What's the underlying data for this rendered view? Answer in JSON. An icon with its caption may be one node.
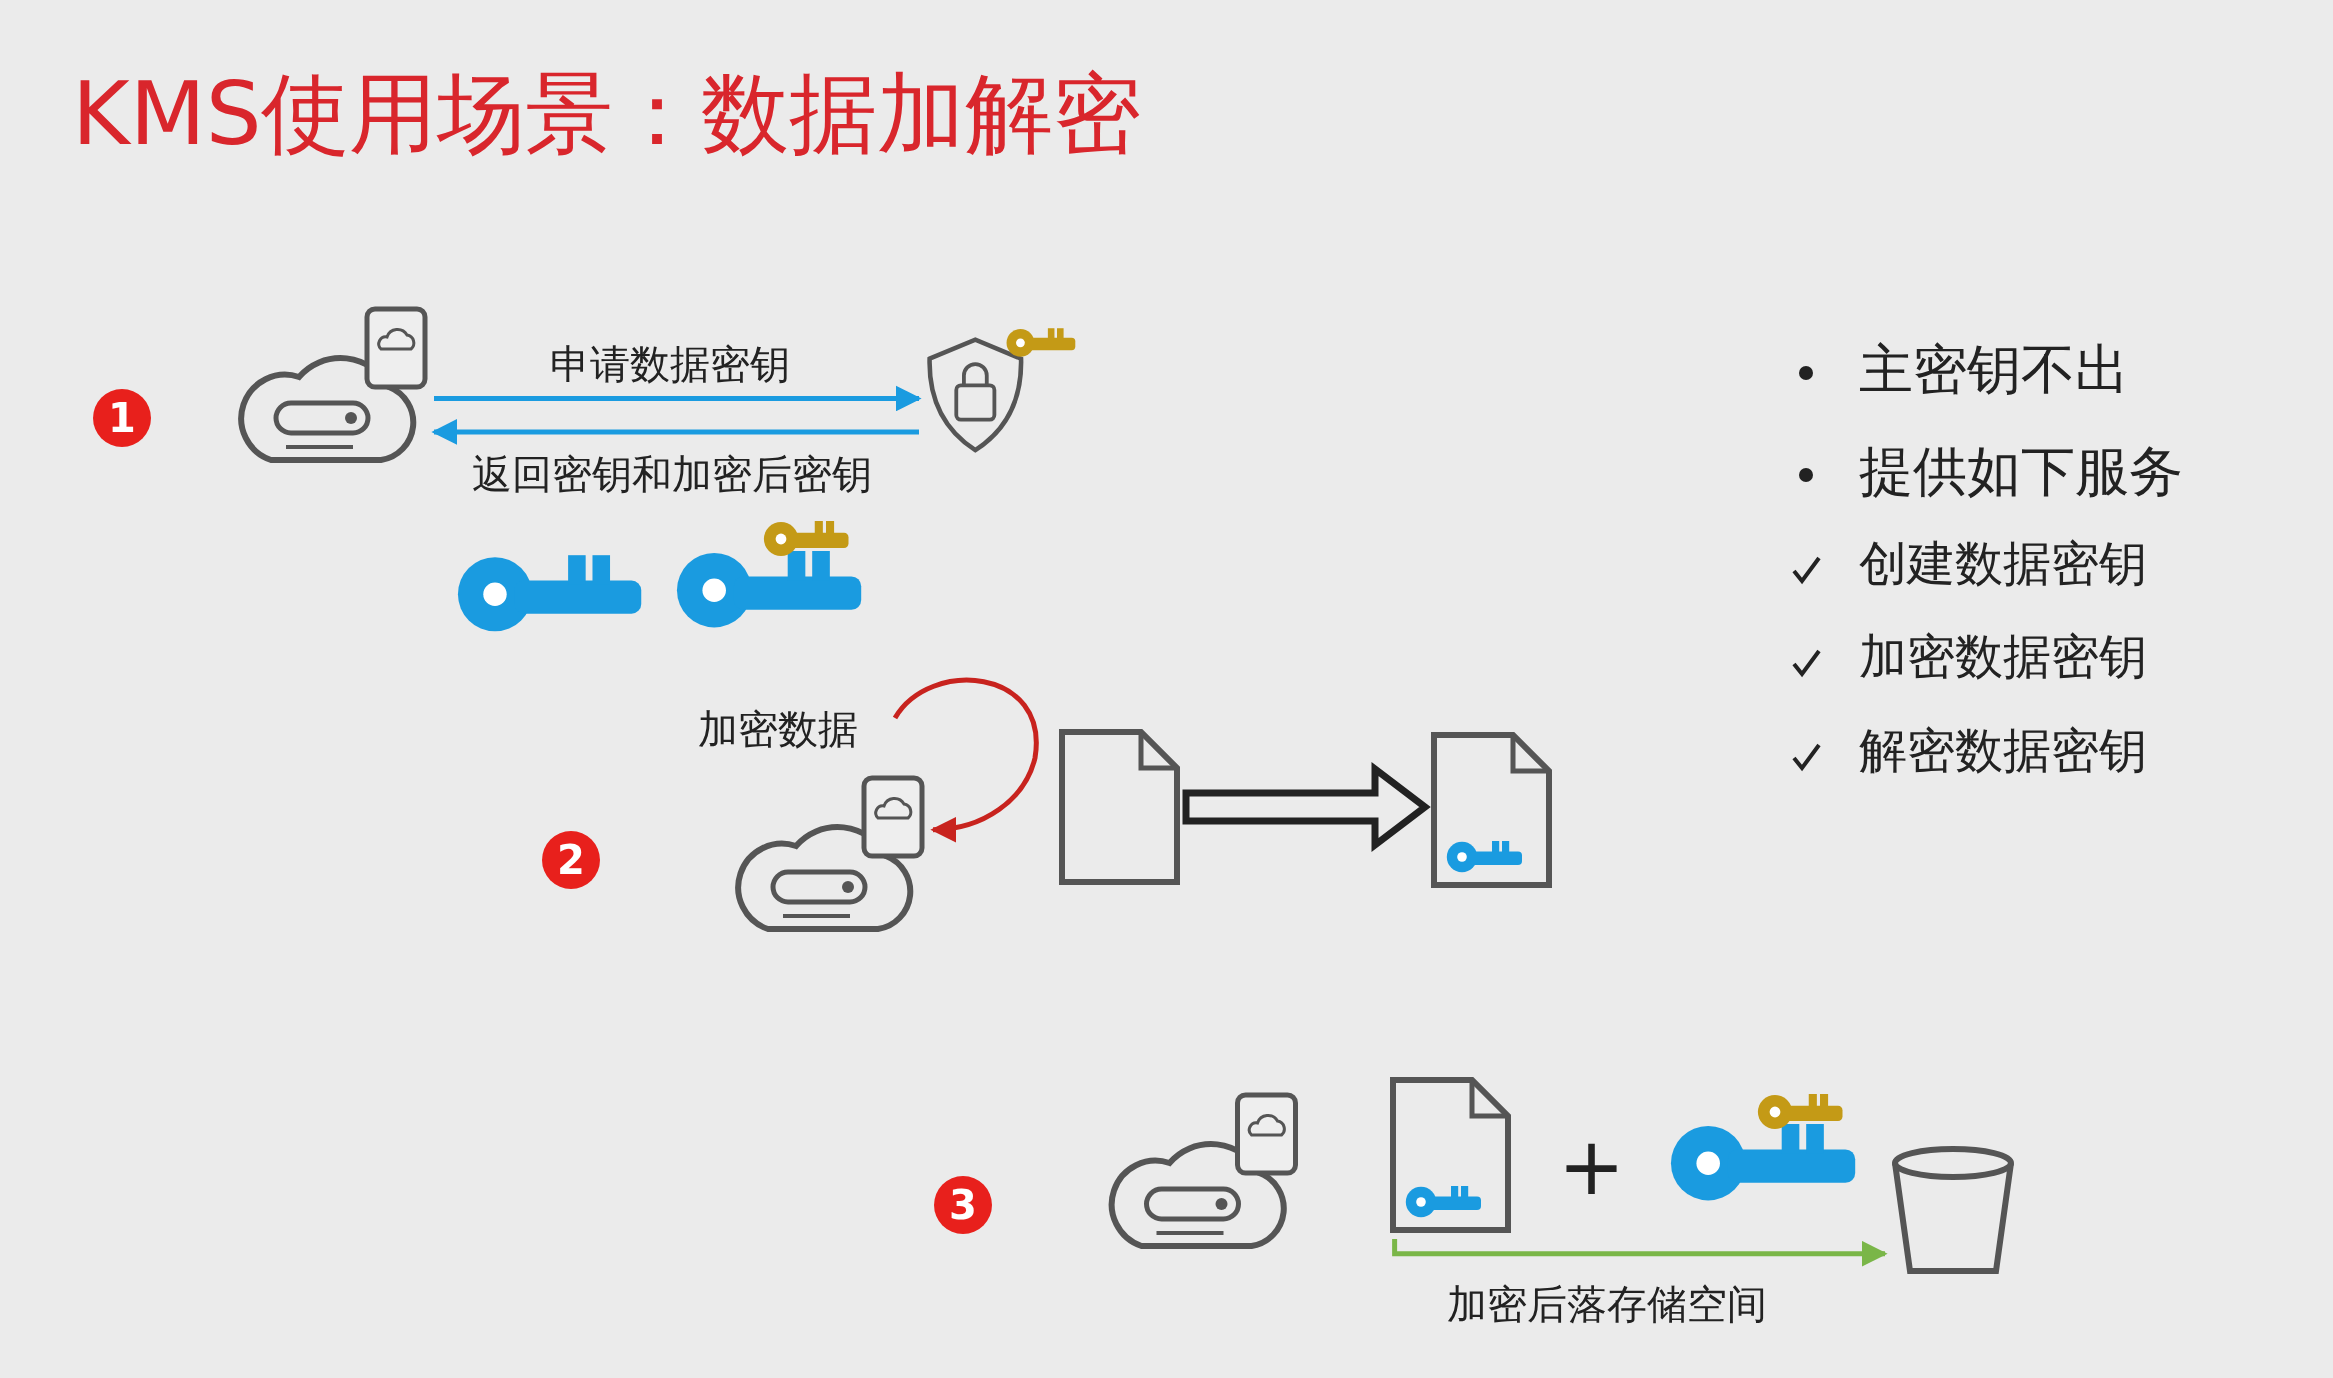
{
  "diagram": {
    "title": "KMS使用场景：数据加解密",
    "nodes": [
      {
        "text": [],
        "shape": "cloud"
      },
      {
        "text": [],
        "shape": "shield"
      },
      {
        "text": [],
        "shape": "cloud"
      },
      {
        "text": [],
        "shape": "document"
      },
      {
        "text": [],
        "shape": "document"
      },
      {
        "text": [],
        "shape": "cloud"
      },
      {
        "text": [],
        "shape": "document"
      },
      {
        "text": [],
        "shape": "key"
      },
      {
        "text": [],
        "shape": "bucket"
      }
    ],
    "edges": [
      {
        "from": 0,
        "to": 1,
        "arrow": "to",
        "label": "申请数据密钥"
      },
      {
        "from": 1,
        "to": 0,
        "arrow": "to",
        "label": "返回密钥和加密后密钥"
      },
      {
        "from": null,
        "to": 2,
        "arrow": "to",
        "label": "加密数据",
        "color": "#c8231e"
      },
      {
        "from": 3,
        "to": 4,
        "arrow": "to",
        "style": "thick",
        "color": "#222222"
      },
      {
        "from": 6,
        "to": 8,
        "arrow": "to",
        "label": "加密后落存储空间",
        "color": "#7ab648"
      }
    ],
    "labels": [
      "1",
      "2",
      "3",
      "+",
      "主密钥不出",
      "提供如下服务",
      "创建数据密钥",
      "加密数据密钥",
      "解密数据密钥"
    ]
  }
}
